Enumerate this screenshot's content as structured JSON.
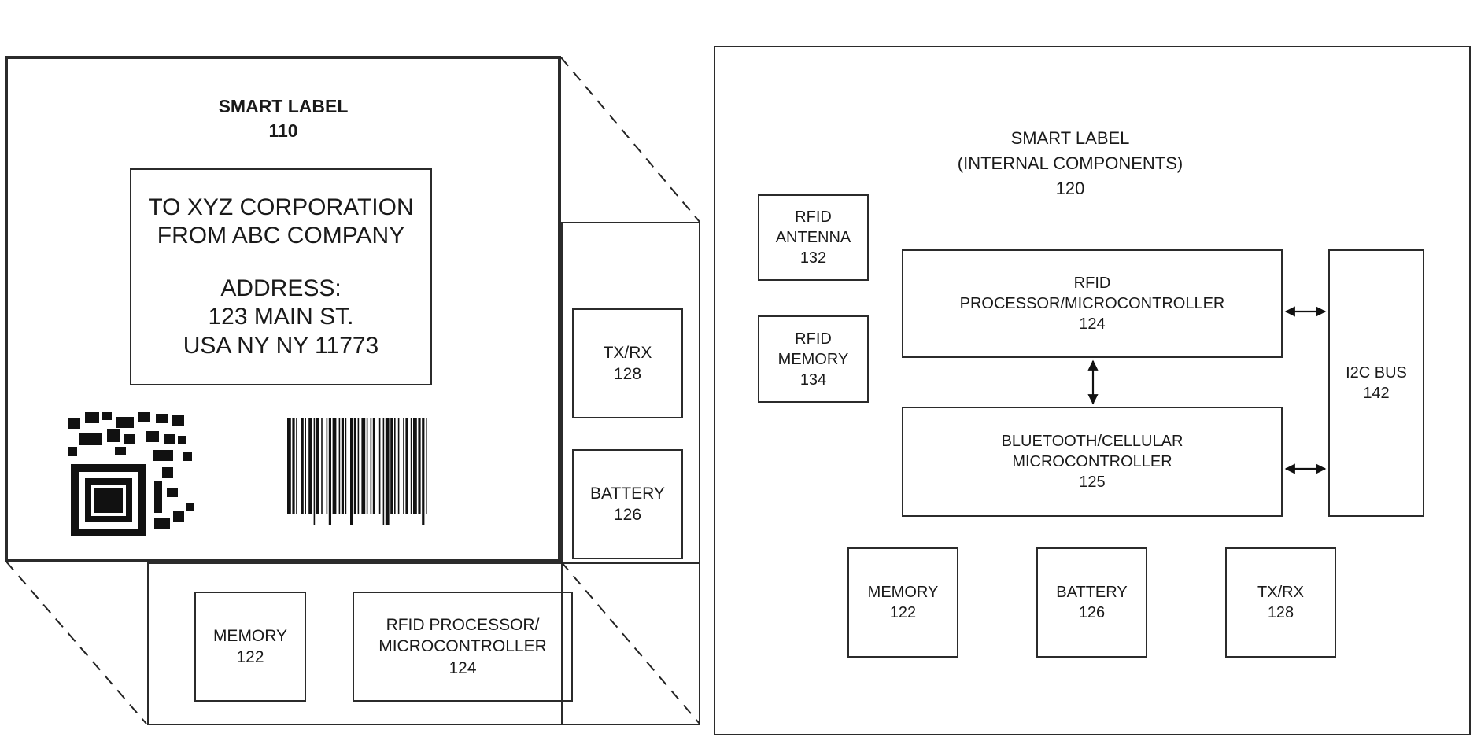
{
  "smart_label_front": {
    "title": "SMART LABEL",
    "ref": "110",
    "address_lines": [
      "TO XYZ CORPORATION",
      "FROM ABC COMPANY",
      "",
      "ADDRESS:",
      "123 MAIN ST.",
      "USA NY NY 11773"
    ]
  },
  "side_panel": {
    "txrx": {
      "label": "TX/RX",
      "ref": "128"
    },
    "battery": {
      "label": "BATTERY",
      "ref": "126"
    }
  },
  "bottom_panel": {
    "memory": {
      "label": "MEMORY",
      "ref": "122"
    },
    "rfid_processor": {
      "line1": "RFID PROCESSOR/",
      "line2": "MICROCONTROLLER",
      "ref": "124"
    }
  },
  "internal": {
    "title_line1": "SMART LABEL",
    "title_line2": "(INTERNAL COMPONENTS)",
    "ref": "120",
    "rfid_antenna": {
      "line1": "RFID",
      "line2": "ANTENNA",
      "ref": "132"
    },
    "rfid_memory": {
      "line1": "RFID",
      "line2": "MEMORY",
      "ref": "134"
    },
    "rfid_processor": {
      "line1": "RFID",
      "line2": "PROCESSOR/MICROCONTROLLER",
      "ref": "124"
    },
    "bt_cell": {
      "line1": "BLUETOOTH/CELLULAR",
      "line2": "MICROCONTROLLER",
      "ref": "125"
    },
    "i2c_bus": {
      "label": "I2C BUS",
      "ref": "142"
    },
    "memory": {
      "label": "MEMORY",
      "ref": "122"
    },
    "battery": {
      "label": "BATTERY",
      "ref": "126"
    },
    "txrx": {
      "label": "TX/RX",
      "ref": "128"
    }
  }
}
